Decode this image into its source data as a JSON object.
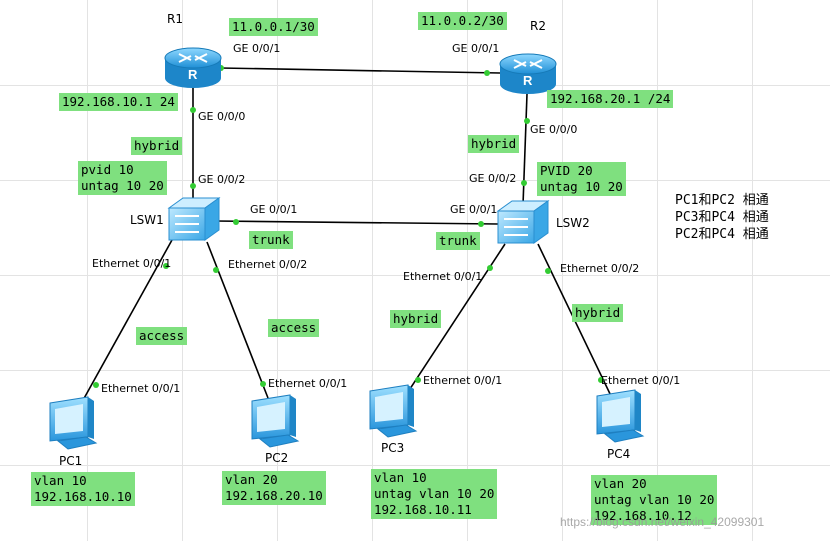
{
  "devices": {
    "r1": "R1",
    "r2": "R2",
    "lsw1": "LSW1",
    "lsw2": "LSW2",
    "pc1": "PC1",
    "pc2": "PC2",
    "pc3": "PC3",
    "pc4": "PC4"
  },
  "icons": {
    "router": "router-icon",
    "switch": "switch-icon",
    "pc": "pc-icon"
  },
  "ports": {
    "r1_g001": "GE 0/0/1",
    "r2_g001": "GE 0/0/1",
    "r1_g000": "GE 0/0/0",
    "r2_g000": "GE 0/0/0",
    "lsw1_g002": "GE 0/0/2",
    "lsw2_g002": "GE 0/0/2",
    "lsw1_g001": "GE 0/0/1",
    "lsw2_g001": "GE 0/0/1",
    "lsw1_e001": "Ethernet 0/0/1",
    "lsw1_e002": "Ethernet 0/0/2",
    "lsw2_e001": "Ethernet 0/0/1",
    "lsw2_e002": "Ethernet 0/0/2",
    "pc1_e": "Ethernet 0/0/1",
    "pc2_e": "Ethernet 0/0/1",
    "pc3_e": "Ethernet 0/0/1",
    "pc4_e": "Ethernet 0/0/1"
  },
  "labels": {
    "r1_wan": "11.0.0.1/30",
    "r2_wan": "11.0.0.2/30",
    "r1_lan": "192.168.10.1 24",
    "r2_lan": "192.168.20.1 /24",
    "hybrid_r1": "hybrid",
    "hybrid_r2": "hybrid",
    "lsw1_cfg": [
      "pvid 10",
      "untag 10 20"
    ],
    "lsw2_cfg": [
      "PVID 20",
      "untag 10 20"
    ],
    "trunk_lsw1": "trunk",
    "trunk_lsw2": "trunk",
    "access_pc1": "access",
    "access_pc2": "access",
    "hybrid_pc3": "hybrid",
    "hybrid_pc4": "hybrid",
    "pc1_cfg": [
      "vlan 10",
      "192.168.10.10"
    ],
    "pc2_cfg": [
      "vlan 20",
      "192.168.20.10"
    ],
    "pc3_cfg": [
      "vlan 10",
      "untag vlan 10 20",
      "192.168.10.11"
    ],
    "pc4_cfg": [
      "vlan 20",
      "untag vlan 10 20",
      "192.168.10.12"
    ]
  },
  "notes": [
    "PC1和PC2 相通",
    "PC3和PC4 相通",
    "PC2和PC4 相通"
  ],
  "watermark": "https://blog.csdn.net/weixin_42099301",
  "colors": {
    "label_bg": "#7fe07f",
    "link": "#000000",
    "port_dot": "#33cc33",
    "device_blue": "#3aa7e6"
  }
}
